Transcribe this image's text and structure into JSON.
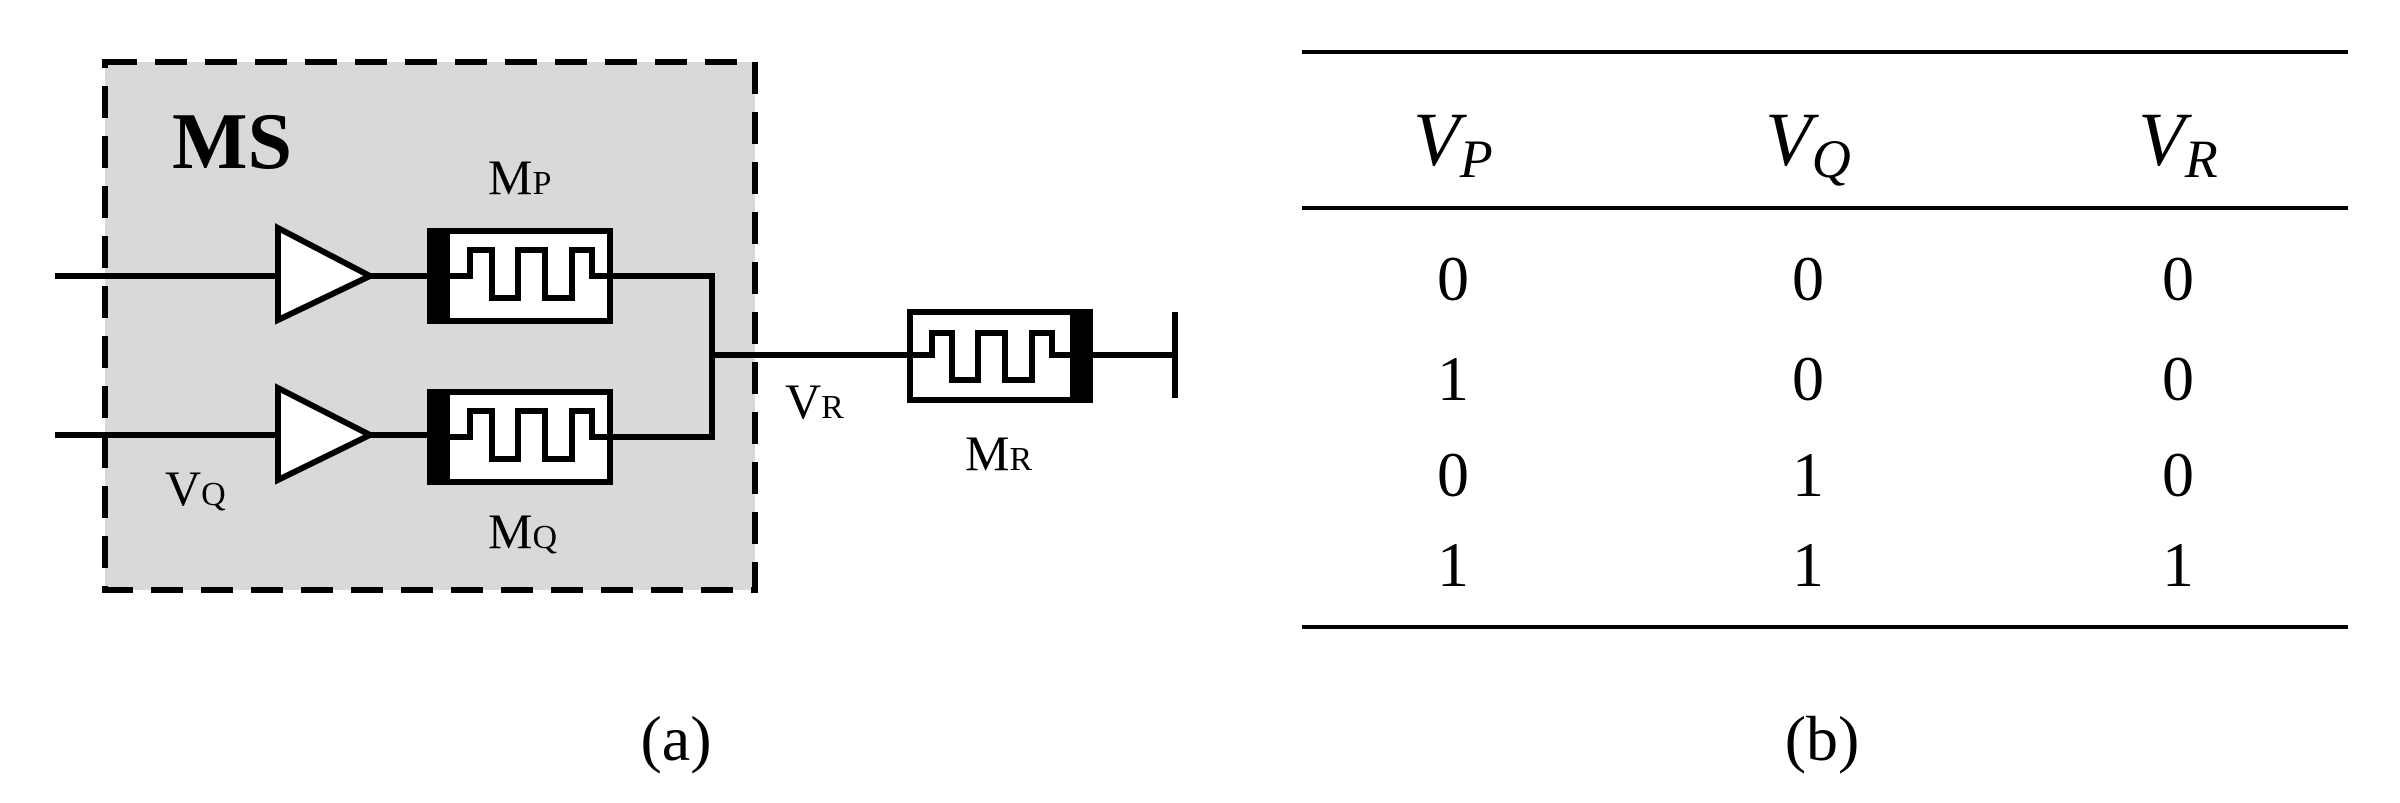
{
  "panel_a": {
    "caption": "(a)",
    "box_label": "MS",
    "labels": {
      "mp": {
        "main": "M",
        "sub": "P"
      },
      "mq": {
        "main": "M",
        "sub": "Q"
      },
      "mr": {
        "main": "M",
        "sub": "R"
      },
      "vq": {
        "main": "V",
        "sub": "Q"
      },
      "vr": {
        "main": "V",
        "sub": "R"
      }
    },
    "colors": {
      "box_fill": "#d9d9d9",
      "stroke": "#000000",
      "memristor_fill": "#ffffff"
    }
  },
  "panel_b": {
    "caption": "(b)",
    "headers": [
      {
        "main": "V",
        "sub": "P"
      },
      {
        "main": "V",
        "sub": "Q"
      },
      {
        "main": "V",
        "sub": "R"
      }
    ],
    "rows": [
      [
        "0",
        "0",
        "0"
      ],
      [
        "1",
        "0",
        "0"
      ],
      [
        "0",
        "1",
        "0"
      ],
      [
        "1",
        "1",
        "1"
      ]
    ]
  }
}
